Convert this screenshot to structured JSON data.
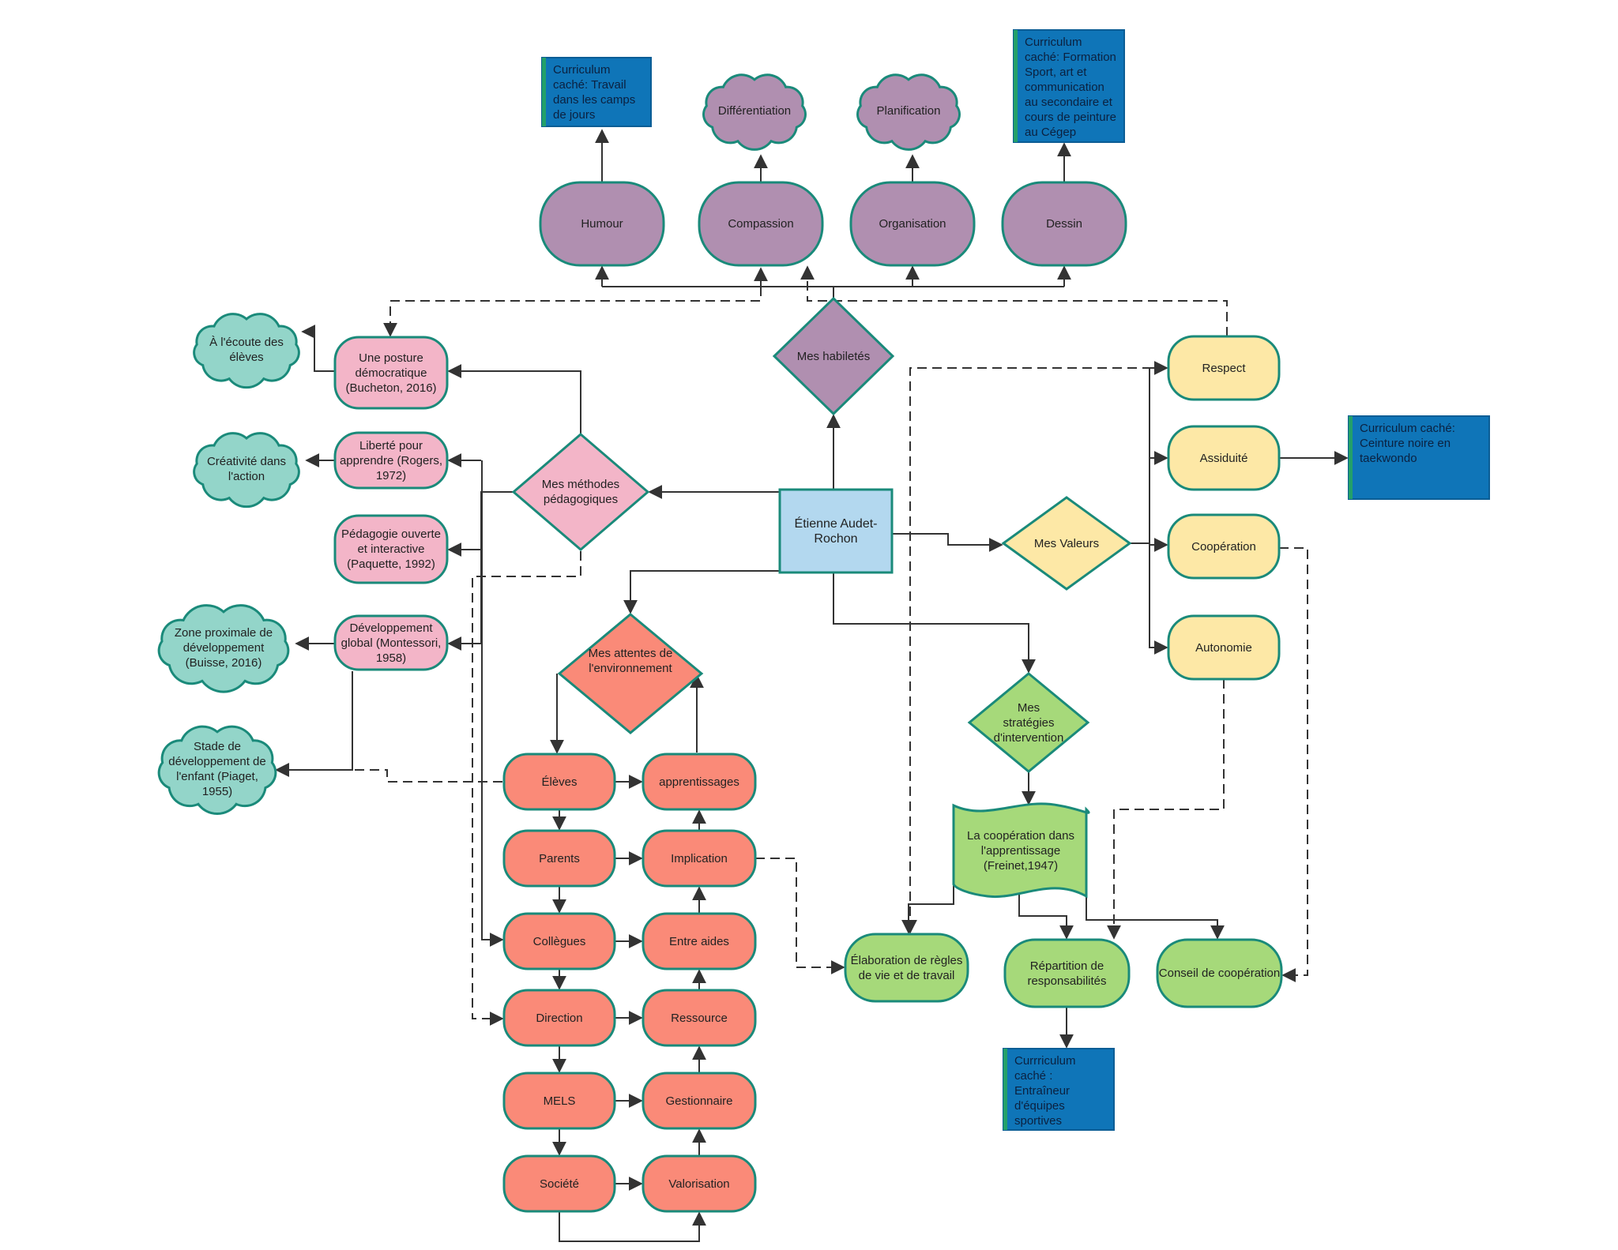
{
  "colors": {
    "purple": "#b08fb0",
    "pink": "#f3b5c8",
    "teal": "#93d5c9",
    "coral": "#fa8a78",
    "yellow": "#fde8a6",
    "green": "#a6d97a",
    "blue_box": "#0f75b8",
    "center": "#b3d8ef",
    "stroke": "#1a8a7a",
    "line": "#333333"
  },
  "center": {
    "label": "Étienne Audet-Rochon"
  },
  "habiletes": {
    "label": "Mes habiletés",
    "items": [
      "Humour",
      "Compassion",
      "Organisation",
      "Dessin"
    ],
    "clouds": [
      "Différentiation",
      "Planification"
    ],
    "hidden_top_left": "Curriculum caché: Travail dans les camps de jours",
    "hidden_top_right": "Curriculum caché: Formation Sport, art et communication au secondaire et cours de peinture au Cégep"
  },
  "methodes": {
    "label": "Mes méthodes pédagogiques",
    "items": [
      "Une posture démocratique (Bucheton, 2016)",
      "Liberté pour apprendre (Rogers, 1972)",
      "Pédagogie ouverte et interactive (Paquette, 1992)",
      "Développement global (Montessori, 1958)"
    ],
    "clouds": [
      "À l'écoute des élèves",
      "Créativité dans l'action",
      "Zone proximale de développement (Buisse, 2016)",
      "Stade de développement de l'enfant (Piaget, 1955)"
    ]
  },
  "valeurs": {
    "label": "Mes Valeurs",
    "items": [
      "Respect",
      "Assiduité",
      "Coopération",
      "Autonomie"
    ],
    "hidden": "Curriculum caché: Ceinture noire en taekwondo"
  },
  "attentes": {
    "label": "Mes attentes de l'environnement",
    "left": [
      "Élèves",
      "Parents",
      "Collègues",
      "Direction",
      "MELS",
      "Société"
    ],
    "right": [
      "apprentissages",
      "Implication",
      "Entre aides",
      "Ressource",
      "Gestionnaire",
      "Valorisation"
    ]
  },
  "strategies": {
    "label": "Mes stratégies d'intervention",
    "doc": "La coopération dans l'apprentissage (Freinet,1947)",
    "items": [
      "Élaboration de règles de vie et de travail",
      "Répartition de responsabilités",
      "Conseil de coopération"
    ],
    "hidden": "Currriculum caché : Entraîneur d'équipes sportives"
  }
}
